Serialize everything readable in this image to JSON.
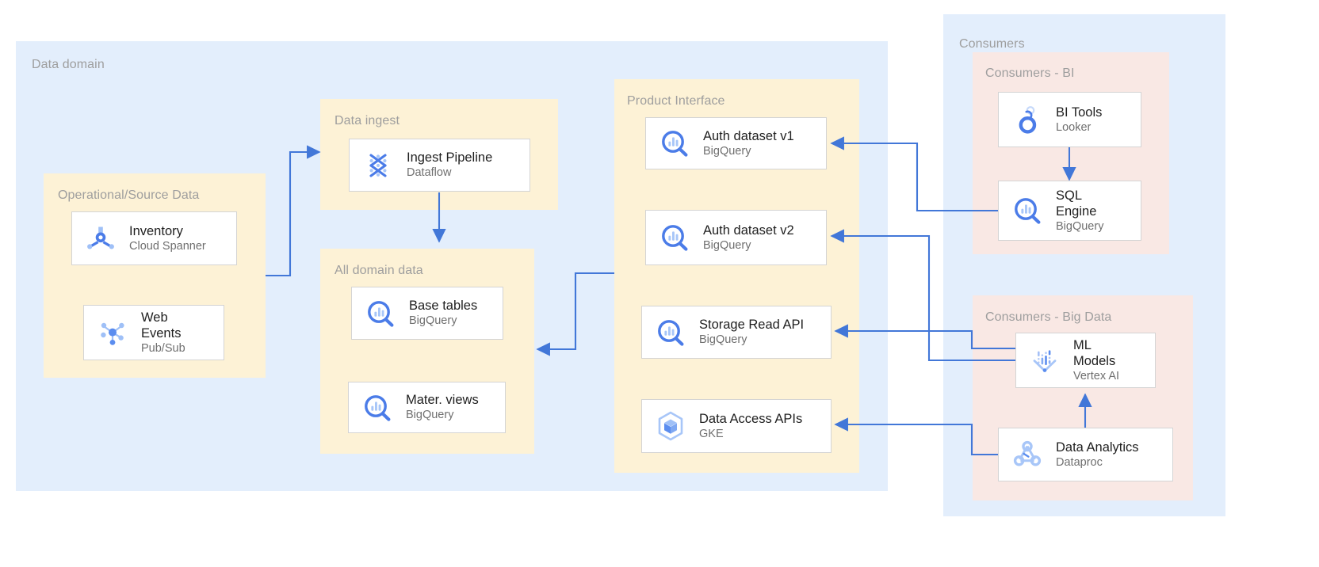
{
  "theme": {
    "domain_bg": "#e3eefc",
    "subgroup_bg": "#fdf2d6",
    "consumer_bg": "#f9e8e4",
    "arrow_color": "#4277d8",
    "card_bg": "#ffffff",
    "card_border": "#d4d4d4",
    "label_color": "#9e9e9e",
    "title_color": "#1f1f1f",
    "subtitle_color": "#6f6f6f"
  },
  "groups": {
    "data_domain": {
      "label": "Data domain"
    },
    "operational_source": {
      "label": "Operational/Source Data"
    },
    "data_ingest": {
      "label": "Data ingest"
    },
    "all_domain_data": {
      "label": "All domain data"
    },
    "product_interface": {
      "label": "Product Interface"
    },
    "consumers": {
      "label": "Consumers"
    },
    "consumers_bi": {
      "label": "Consumers - BI"
    },
    "consumers_big_data": {
      "label": "Consumers - Big Data"
    }
  },
  "nodes": {
    "inventory": {
      "title": "Inventory",
      "sub": "Cloud Spanner",
      "icon": "cloud-spanner-icon"
    },
    "web_events": {
      "title": "Web\nEvents",
      "sub": "Pub/Sub",
      "icon": "pubsub-icon"
    },
    "ingest_pipeline": {
      "title": "Ingest Pipeline",
      "sub": "Dataflow",
      "icon": "dataflow-icon"
    },
    "base_tables": {
      "title": "Base tables",
      "sub": "BigQuery",
      "icon": "bigquery-icon"
    },
    "mater_views": {
      "title": "Mater. views",
      "sub": "BigQuery",
      "icon": "bigquery-icon"
    },
    "auth_dataset_v1": {
      "title": "Auth dataset v1",
      "sub": "BigQuery",
      "icon": "bigquery-icon"
    },
    "auth_dataset_v2": {
      "title": "Auth dataset v2",
      "sub": "BigQuery",
      "icon": "bigquery-icon"
    },
    "storage_read_api": {
      "title": "Storage Read API",
      "sub": "BigQuery",
      "icon": "bigquery-icon"
    },
    "data_access_apis": {
      "title": "Data Access APIs",
      "sub": "GKE",
      "icon": "gke-icon"
    },
    "bi_tools": {
      "title": "BI Tools",
      "sub": "Looker",
      "icon": "looker-icon"
    },
    "sql_engine": {
      "title": "SQL\nEngine",
      "sub": "BigQuery",
      "icon": "bigquery-icon"
    },
    "ml_models": {
      "title": "ML\nModels",
      "sub": "Vertex AI",
      "icon": "vertex-ai-icon"
    },
    "data_analytics": {
      "title": "Data Analytics",
      "sub": "Dataproc",
      "icon": "dataproc-icon"
    }
  },
  "edges": [
    {
      "name": "inventory-to-ingest-pipeline",
      "from": "inventory",
      "to": "ingest_pipeline"
    },
    {
      "name": "web-events-to-ingest-pipeline",
      "from": "web_events",
      "to": "ingest_pipeline"
    },
    {
      "name": "ingest-pipeline-to-all-domain-data",
      "from": "ingest_pipeline",
      "to": "all_domain_data"
    },
    {
      "name": "product-interface-to-all-domain-data",
      "from": "product_interface",
      "to": "all_domain_data"
    },
    {
      "name": "bi-tools-to-sql-engine",
      "from": "bi_tools",
      "to": "sql_engine"
    },
    {
      "name": "sql-engine-to-auth-dataset-v1",
      "from": "sql_engine",
      "to": "auth_dataset_v1"
    },
    {
      "name": "ml-models-to-auth-dataset-v2",
      "from": "ml_models",
      "to": "auth_dataset_v2"
    },
    {
      "name": "ml-models-to-storage-read-api",
      "from": "ml_models",
      "to": "storage_read_api"
    },
    {
      "name": "data-analytics-to-data-access-apis",
      "from": "data_analytics",
      "to": "data_access_apis"
    },
    {
      "name": "data-analytics-to-ml-models",
      "from": "data_analytics",
      "to": "ml_models"
    }
  ]
}
